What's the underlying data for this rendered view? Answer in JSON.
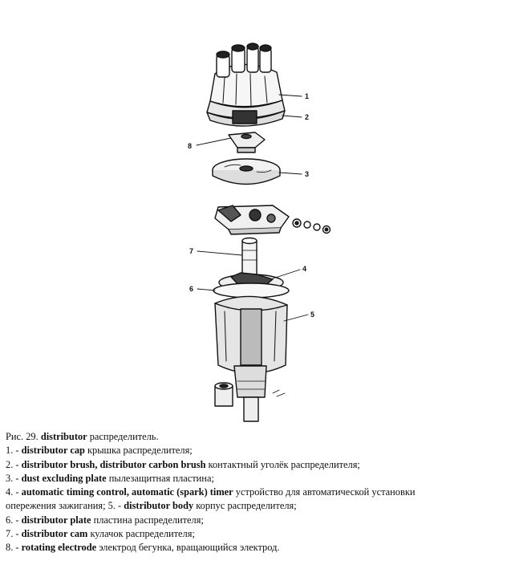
{
  "figure": {
    "callouts": [
      "1",
      "2",
      "3",
      "4",
      "5",
      "6",
      "7",
      "8"
    ]
  },
  "caption": {
    "title_prefix": "Рис. 29. ",
    "title_term": "distributor",
    "title_ru": " распределитель.",
    "items": [
      {
        "num": "1. - ",
        "term": "distributor cap",
        "ru": " крышка распределителя;"
      },
      {
        "num": "2. - ",
        "term": "distributor brush, distributor carbon brush",
        "ru": " контактный уголёк распределителя;"
      },
      {
        "num": "3. - ",
        "term": "dust excluding plate",
        "ru": " пылезащитная пластина;"
      },
      {
        "num": "4. - ",
        "term": "automatic timing control, automatic (spark) timer",
        "ru": " устройство для автоматической установки"
      },
      {
        "cont": "опережения зажигания; ",
        "num": "5. - ",
        "term": "distributor body",
        "ru": " корпус распределителя;"
      },
      {
        "num": "6. - ",
        "term": "distributor plate",
        "ru": " пластина распределителя;"
      },
      {
        "num": "7. - ",
        "term": "distributor cam",
        "ru": " кулачок распределителя;"
      },
      {
        "num": "8. - ",
        "term": "rotating electrode",
        "ru": " электрод бегунка, вращающийся электрод."
      }
    ]
  }
}
